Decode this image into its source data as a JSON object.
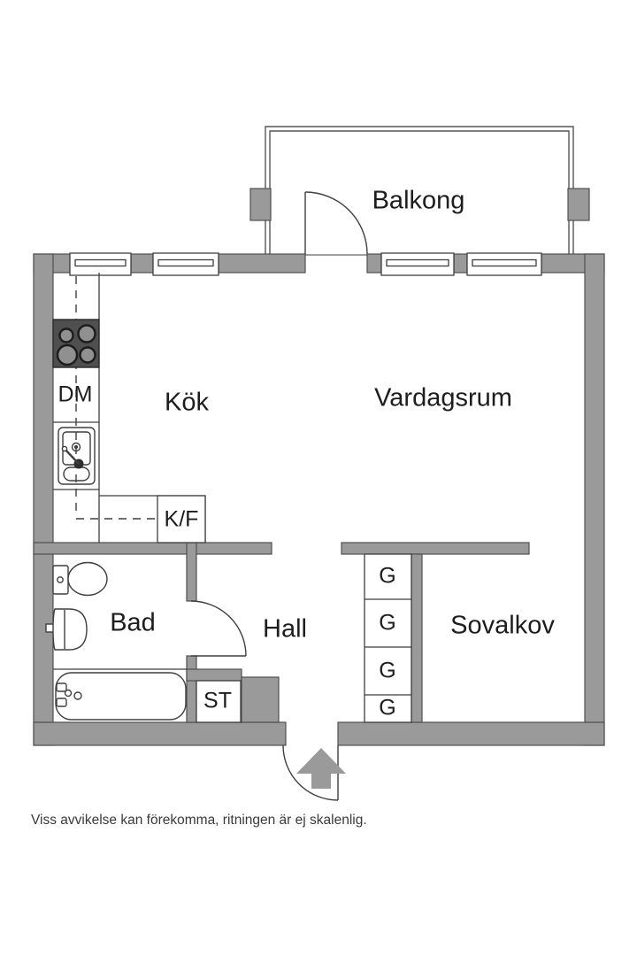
{
  "rooms": {
    "balcony": "Balkong",
    "kitchen": "Kök",
    "living_room": "Vardagsrum",
    "bathroom": "Bad",
    "hall": "Hall",
    "sleeping_alcove": "Sovalkov"
  },
  "fixtures": {
    "dishwasher": "DM",
    "fridge_freezer": "K/F",
    "cleaning_closet": "ST",
    "wardrobes": [
      "G",
      "G",
      "G",
      "G"
    ]
  },
  "footer": {
    "disclaimer": "Viss avvikelse kan förekomma, ritningen är ej skalenlig."
  },
  "colors": {
    "wall": "#9a9a9a",
    "wall_outline": "#4f4f4f",
    "stove": "#4f4f4f",
    "line": "#3f3f3f",
    "text": "#1d1d1d"
  }
}
